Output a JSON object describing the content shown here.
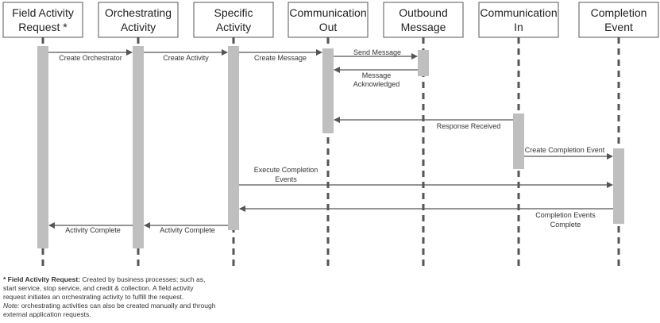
{
  "participants": [
    {
      "id": "far",
      "lines": [
        "Field Activity",
        "Request *"
      ]
    },
    {
      "id": "orch",
      "lines": [
        "Orchestrating",
        "Activity"
      ]
    },
    {
      "id": "spec",
      "lines": [
        "Specific",
        "Activity"
      ]
    },
    {
      "id": "cout",
      "lines": [
        "Communication",
        "Out"
      ]
    },
    {
      "id": "outm",
      "lines": [
        "Outbound",
        "Message"
      ]
    },
    {
      "id": "cin",
      "lines": [
        "Communication",
        "In"
      ]
    },
    {
      "id": "comp",
      "lines": [
        "Completion",
        "Event"
      ]
    }
  ],
  "messages": [
    {
      "id": "create-orchestrator",
      "from": "far",
      "to": "orch",
      "lines": [
        "Create Orchestrator"
      ]
    },
    {
      "id": "create-activity",
      "from": "orch",
      "to": "spec",
      "lines": [
        "Create Activity"
      ]
    },
    {
      "id": "create-message",
      "from": "spec",
      "to": "cout",
      "lines": [
        "Create Message"
      ]
    },
    {
      "id": "send-message",
      "from": "cout",
      "to": "outm",
      "lines": [
        "Send Message"
      ]
    },
    {
      "id": "message-acknowledged",
      "from": "outm",
      "to": "cout",
      "lines": [
        "Message",
        "Acknowledged"
      ]
    },
    {
      "id": "response-received",
      "from": "cin",
      "to": "cout",
      "lines": [
        "Response Received"
      ]
    },
    {
      "id": "create-completion-event",
      "from": "cin",
      "to": "comp",
      "lines": [
        "Create Completion Event"
      ]
    },
    {
      "id": "execute-completion-events",
      "from": "spec",
      "to": "comp",
      "lines": [
        "Execute Completion",
        "Events"
      ]
    },
    {
      "id": "completion-events-complete",
      "from": "comp",
      "to": "spec",
      "lines": [
        "Completion Events",
        "Complete"
      ]
    },
    {
      "id": "activity-complete-orch",
      "from": "spec",
      "to": "orch",
      "lines": [
        "Activity Complete"
      ]
    },
    {
      "id": "activity-complete-far",
      "from": "orch",
      "to": "far",
      "lines": [
        "Activity Complete"
      ]
    }
  ],
  "footnote": {
    "bold": "* Field Activity Request:",
    "text": " Created by business processes; such as, start service, stop service, and credit & collection. A field activity request initiates an orchestrating activity to fulfill the request.",
    "note_label": "Note:",
    "note_text": " orchestrating activities can also be created manually and through external application requests."
  },
  "colors": {
    "box_border": "#555555",
    "lifeline": "#555555",
    "activation": "#bfbfbf",
    "arrow": "#555555"
  }
}
